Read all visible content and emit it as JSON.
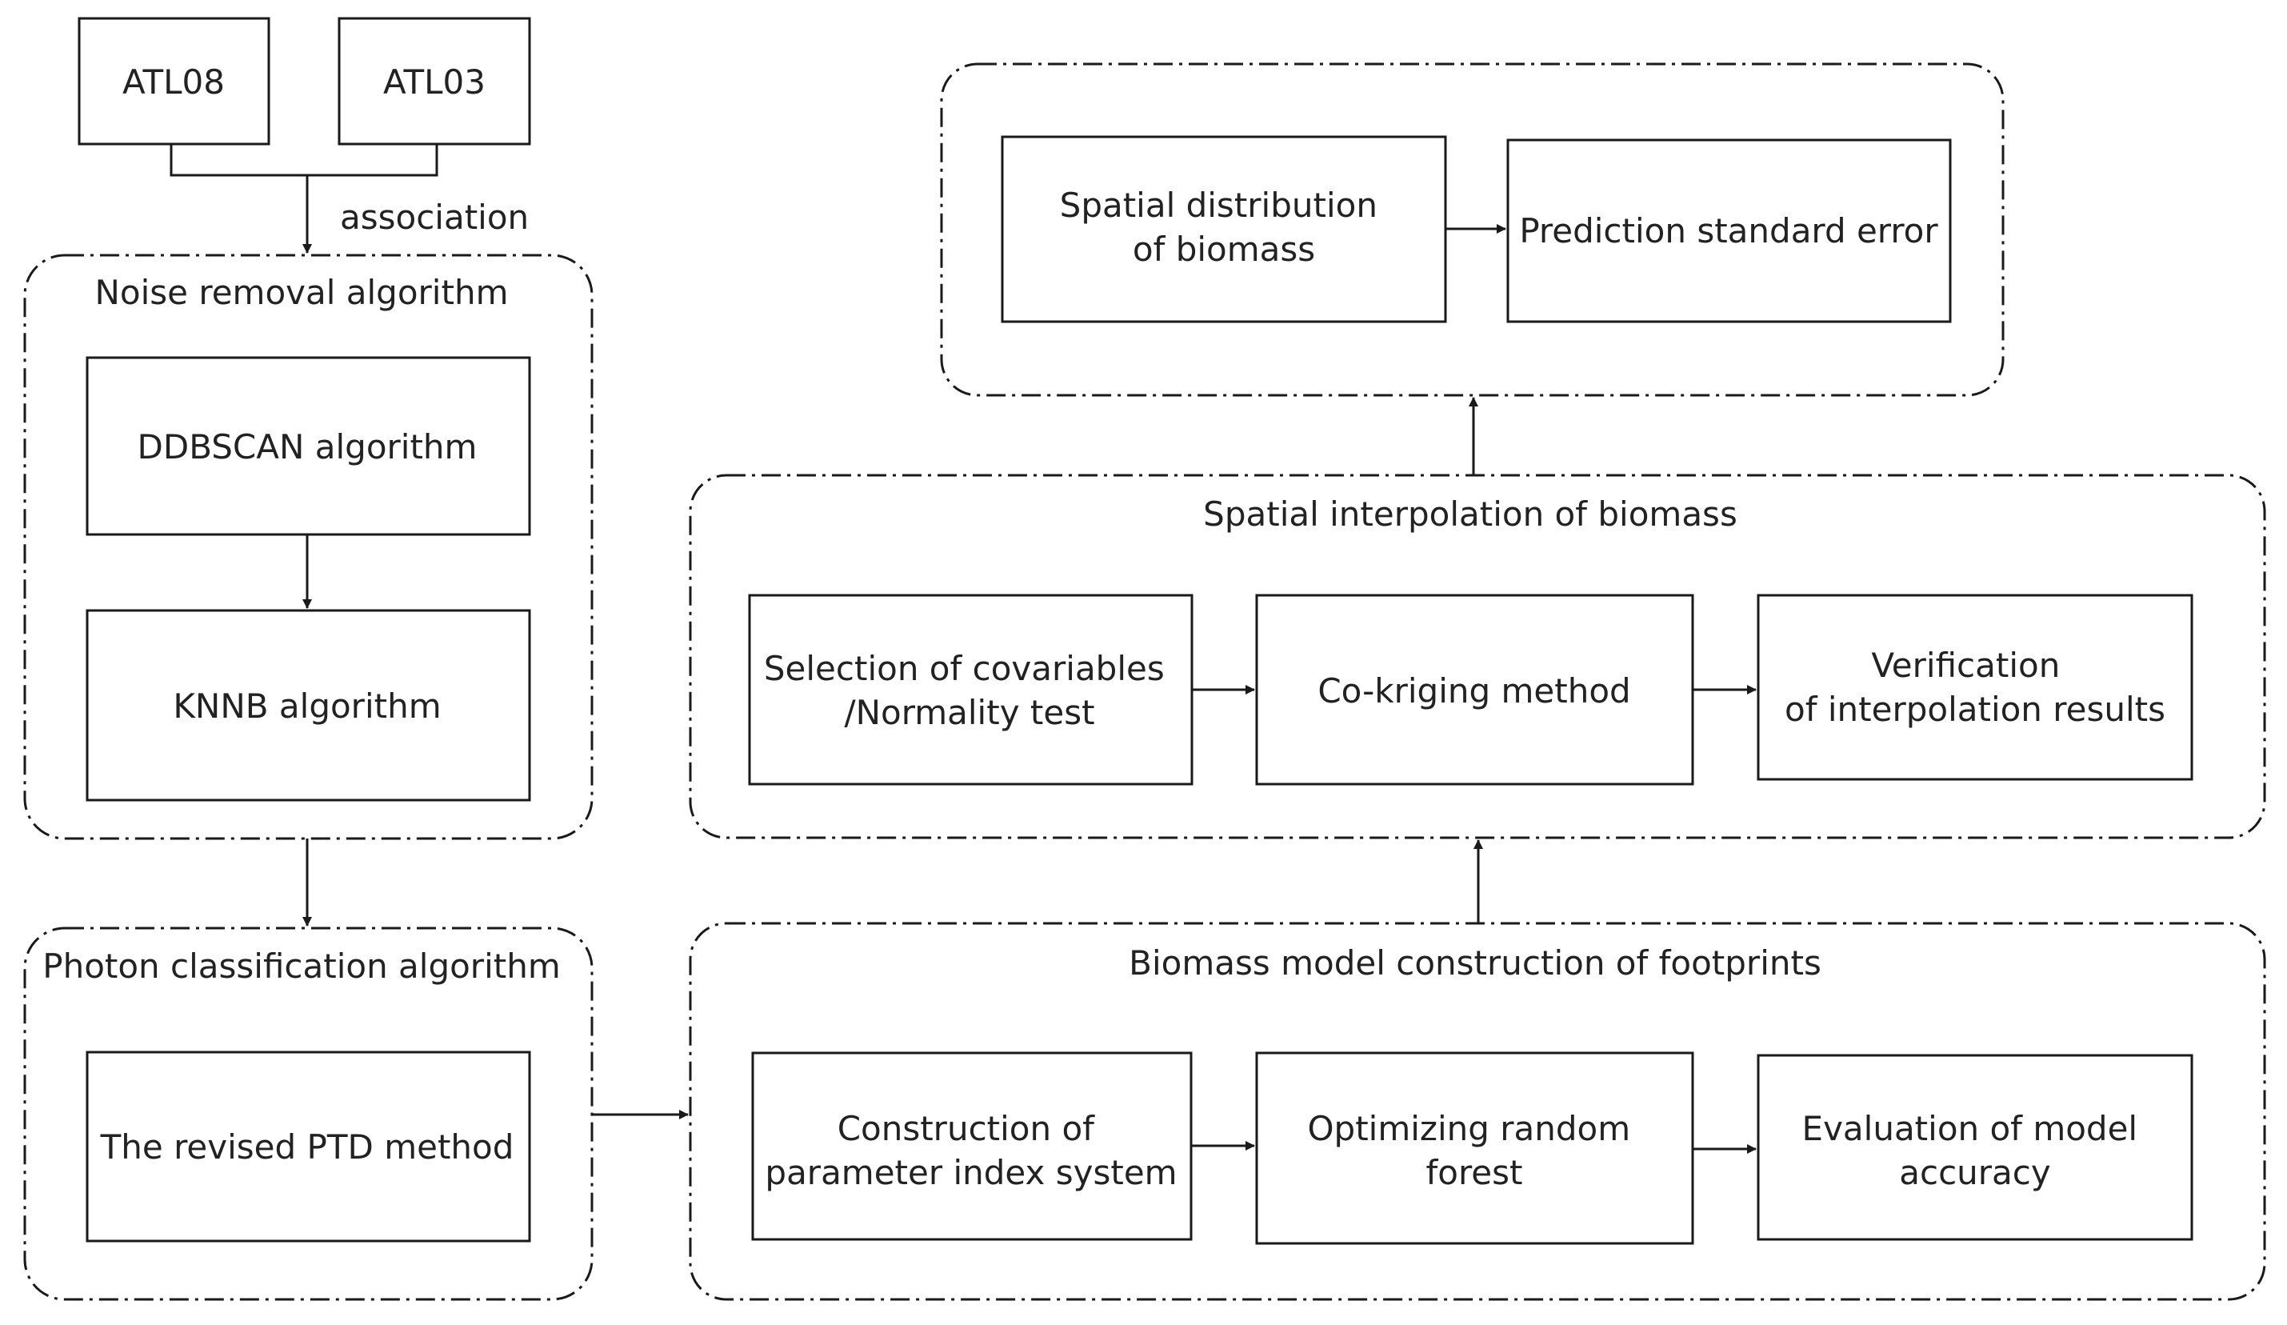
{
  "colors": {
    "stroke": "#1a1a1a",
    "text": "#222222",
    "background": "#ffffff"
  },
  "inputs": {
    "atl08": "ATL08",
    "atl03": "ATL03",
    "association": "association"
  },
  "noise_removal": {
    "title": "Noise removal algorithm",
    "ddbscan": "DDBSCAN algorithm",
    "knnb": "KNNB algorithm"
  },
  "photon_classification": {
    "title": "Photon classification algorithm",
    "ptd": "The revised PTD method"
  },
  "biomass_model": {
    "title": "Biomass model construction of footprints",
    "construction": [
      "Construction of",
      "parameter index system"
    ],
    "optimizing": [
      "Optimizing random",
      "forest"
    ],
    "evaluation": [
      "Evaluation of model",
      "accuracy"
    ]
  },
  "spatial_interpolation": {
    "title": "Spatial interpolation of biomass",
    "selection": [
      "Selection of covariables",
      "/Normality test"
    ],
    "cokriging": "Co-kriging method",
    "verification": [
      "Verification",
      "of interpolation results"
    ]
  },
  "outputs": {
    "distribution": [
      "Spatial distribution",
      "of biomass"
    ],
    "prediction_error": "Prediction standard error"
  }
}
